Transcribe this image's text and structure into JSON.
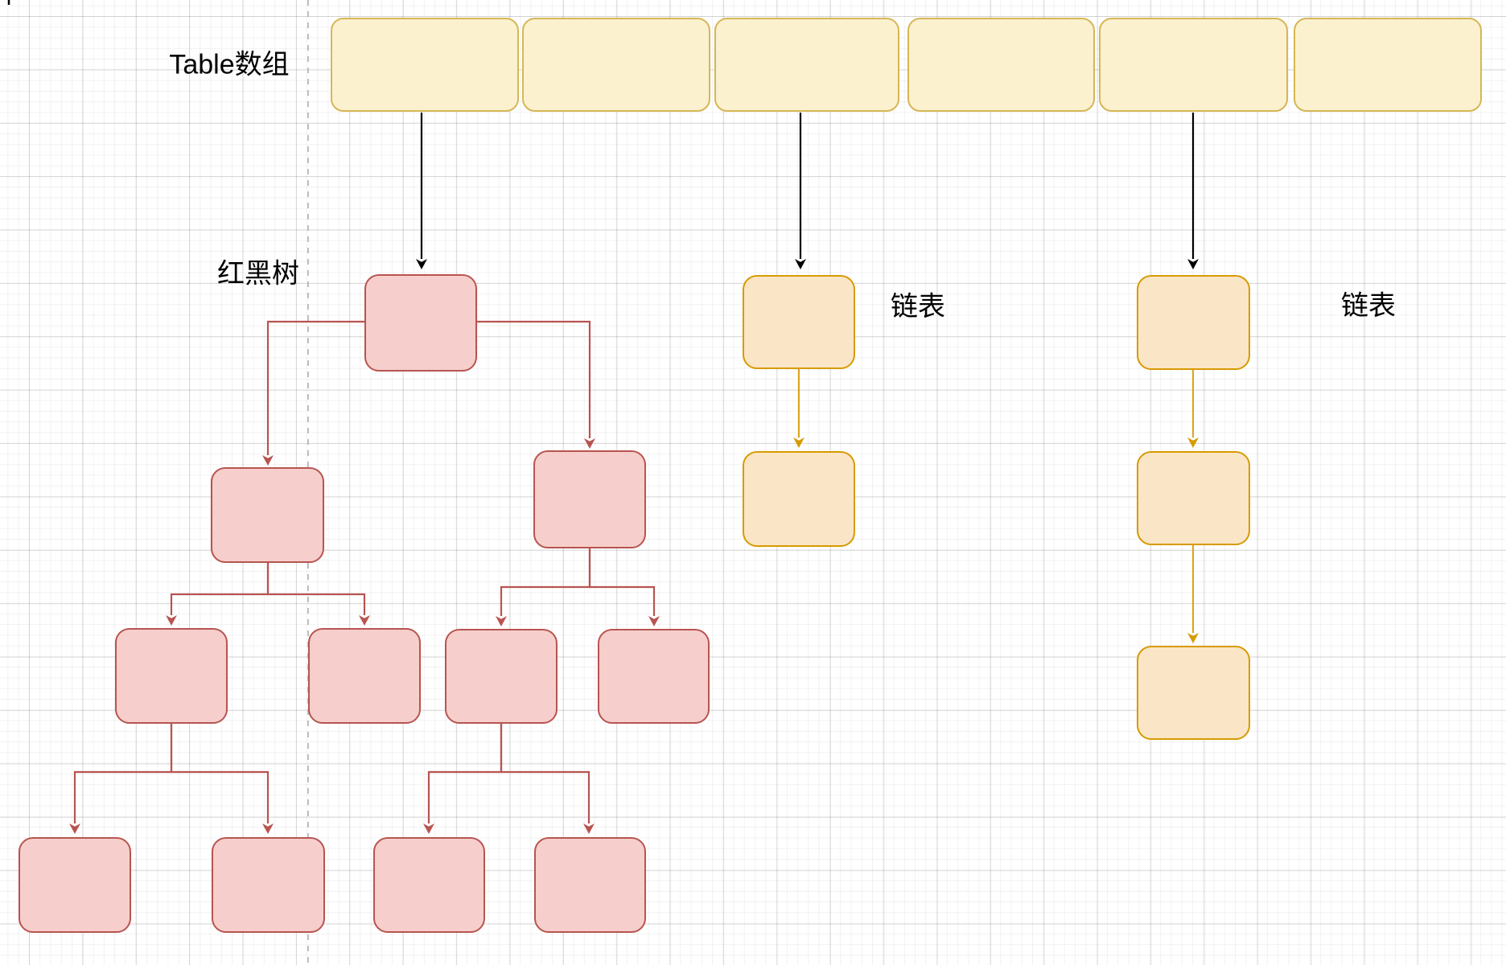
{
  "labels": {
    "table_array": "Table数组",
    "red_black_tree": "红黑树",
    "linked_list_middle": "链表",
    "linked_list_right": "链表"
  },
  "colors": {
    "table_slot_fill": "#FBF1CF",
    "table_slot_stroke": "#D6B656",
    "tree_node_fill": "#F6CFCC",
    "tree_node_stroke": "#B85450",
    "list_node_fill": "#FBE5C7",
    "list_node_stroke": "#D79B00",
    "array_arrow": "#000000",
    "divider_dash": "#B8B8B8",
    "grid_major": "#DEDEDE",
    "grid_minor": "#F3F3F3",
    "label_text": "#000000"
  },
  "structure": {
    "table_slot_count": 6,
    "slot_links": [
      {
        "slot_index": 0,
        "target": "red-black-tree"
      },
      {
        "slot_index": 2,
        "target": "linked-list-middle"
      },
      {
        "slot_index": 4,
        "target": "linked-list-right"
      }
    ],
    "red_black_tree": {
      "node_count": 11,
      "levels": [
        1,
        2,
        4,
        4
      ],
      "edges": [
        [
          "root",
          "l2-left"
        ],
        [
          "root",
          "l2-right"
        ],
        [
          "l2-left",
          "l3-a"
        ],
        [
          "l2-left",
          "l3-b"
        ],
        [
          "l2-right",
          "l3-c"
        ],
        [
          "l2-right",
          "l3-d"
        ],
        [
          "l3-a",
          "l4-a"
        ],
        [
          "l3-a",
          "l4-b"
        ],
        [
          "l3-c",
          "l4-c"
        ],
        [
          "l3-c",
          "l4-d"
        ]
      ]
    },
    "linked_list_middle": {
      "node_count": 2
    },
    "linked_list_right": {
      "node_count": 3
    }
  }
}
